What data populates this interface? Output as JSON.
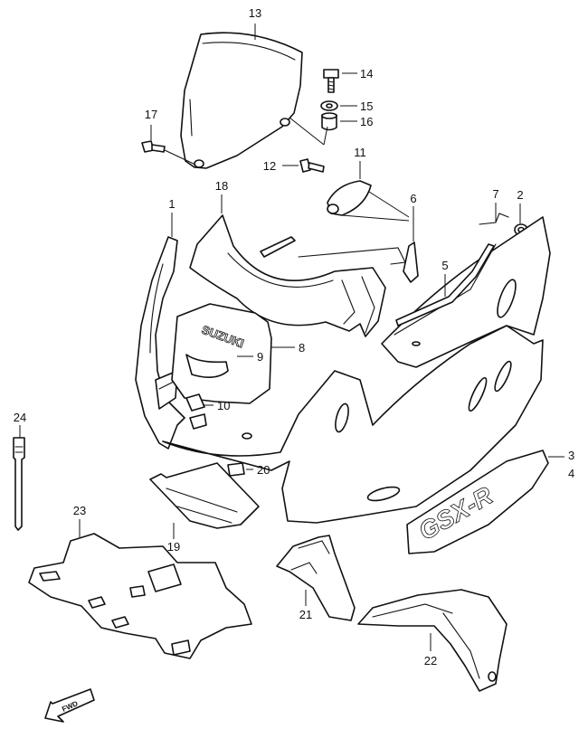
{
  "callouts": {
    "c1": "1",
    "c2": "2",
    "c3": "3",
    "c4": "4",
    "c5": "5",
    "c6": "6",
    "c7": "7",
    "c8": "8",
    "c9": "9",
    "c10": "10",
    "c11": "11",
    "c12": "12",
    "c13": "13",
    "c14": "14",
    "c15": "15",
    "c16": "16",
    "c17": "17",
    "c18": "18",
    "c19": "19",
    "c20": "20",
    "c21": "21",
    "c22": "22",
    "c23": "23",
    "c24": "24"
  },
  "markings": {
    "brand_logo": "SUZUKI",
    "model_decal": "GSX-R",
    "direction": "FWD"
  }
}
